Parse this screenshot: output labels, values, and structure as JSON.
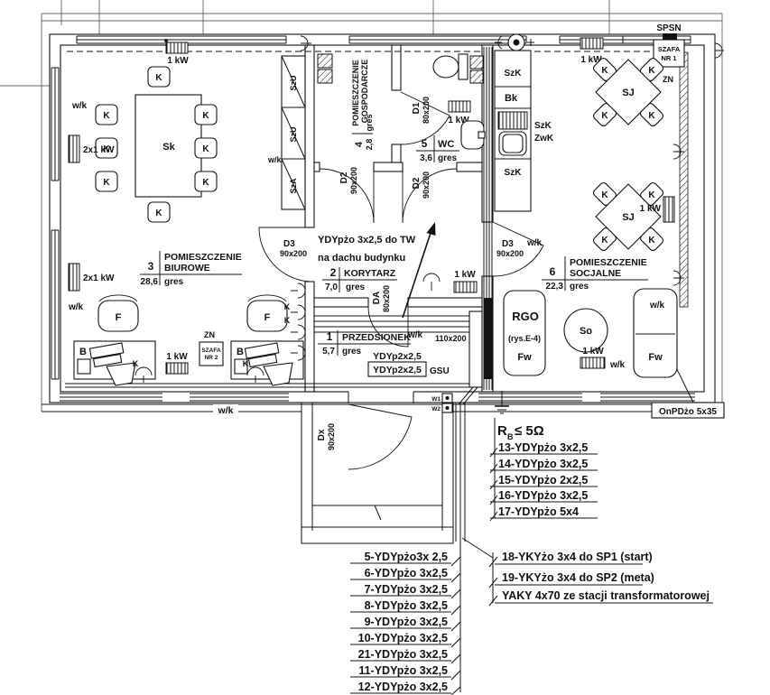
{
  "rooms": {
    "r1": {
      "num": "1",
      "name": "PRZEDSIONEK",
      "area": "5,7",
      "floor": "gres"
    },
    "r2": {
      "num": "2",
      "name": "KORYTARZ",
      "area": "7,0",
      "floor": "gres"
    },
    "r3": {
      "num": "3",
      "name1": "POMIESZCZENIE",
      "name2": "BIUROWE",
      "area": "28,6",
      "floor": "gres"
    },
    "r4": {
      "num": "4",
      "name1": "POMIESZCZENIE",
      "name2": "GOSPODARCZE",
      "area": "2,8",
      "floor": "gres"
    },
    "r5": {
      "num": "5",
      "name": "WC",
      "area": "3,6",
      "floor": "gres"
    },
    "r6": {
      "num": "6",
      "name1": "POMIESZCZENIE",
      "name2": "SOCJALNE",
      "area": "22,3",
      "floor": "gres"
    }
  },
  "doors": {
    "d1": {
      "code": "D1",
      "size": "80x200"
    },
    "d2": {
      "code": "D2",
      "size": "90x200"
    },
    "d3": {
      "code": "D3",
      "size": "90x200"
    },
    "da": {
      "code": "DA",
      "size": "80x200"
    },
    "dx": {
      "code": "Dx",
      "size": "90x200"
    },
    "win": {
      "size": "110x200"
    }
  },
  "furniture": {
    "sk": "Sk",
    "sj": "SJ",
    "so": "So",
    "k": "K",
    "f": "F",
    "b": "B",
    "fw": "Fw",
    "szu": "SzU",
    "sza": "SzA",
    "szk": "SzK",
    "zwk": "ZwK",
    "bk": "Bk"
  },
  "power": {
    "kw1": "1 kW",
    "kw2": "2x1 kW",
    "rgo": "RGO",
    "rgo_ref": "(rys.E-4)",
    "zn": "ZN",
    "gsu": "GSU",
    "spsn": "SPSN",
    "w1": "W1",
    "w2": "W2",
    "szafa1a": "SZAFA",
    "szafa1b": "NR 1",
    "szafa2a": "SZAFA",
    "szafa2b": "NR 2",
    "wk": "w/k",
    "onpdzo": "OnPDżo 5x35",
    "rb_r": "R",
    "rb_sub": "B",
    "rb_val": "≤ 5Ω"
  },
  "notes": {
    "tw1": "YDYpżo 3x2,5 do TW",
    "tw2": "na dachu budynku",
    "ydyp": "YDYp2x2,5"
  },
  "cables": {
    "mid": [
      "13-YDYpżo 3x2,5",
      "14-YDYpżo 3x2,5",
      "15-YDYpżo 2x2,5",
      "16-YDYpżo 3x2,5",
      "17-YDYpżo 5x4"
    ],
    "left": [
      "5-YDYpżo3x 2,5",
      "6-YDYpżo 3x2,5",
      "7-YDYpżo 3x2,5",
      "8-YDYpżo 3x2,5",
      "9-YDYpżo 3x2,5",
      "10-YDYpżo 3x2,5",
      "21-YDYpżo 3x2,5",
      "11-YDYpżo 3x2,5",
      "12-YDYpżo 3x2,5"
    ],
    "right": [
      "18-YKYżo 3x4 do  SP1 (start)",
      "19-YKYżo 3x4 do  SP2 (meta)"
    ],
    "feeder": "YAKY 4x70 ze stacji transformatorowej"
  }
}
